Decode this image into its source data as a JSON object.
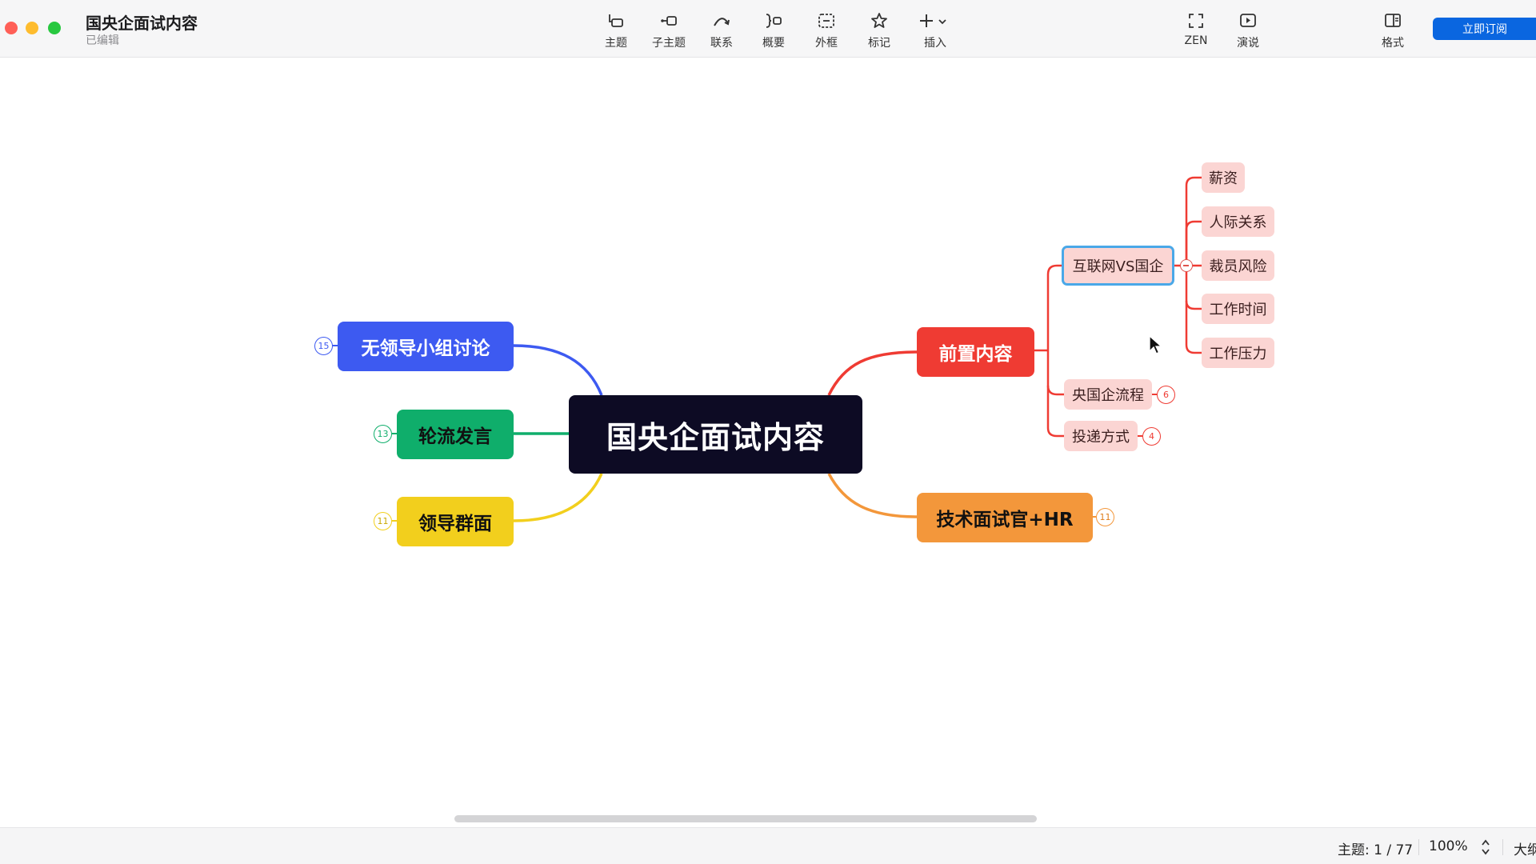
{
  "window": {
    "title": "国央企面试内容",
    "status": "已编辑"
  },
  "toolbar": {
    "topic": "主题",
    "subtopic": "子主题",
    "relationship": "联系",
    "summary": "概要",
    "boundary": "外框",
    "marker": "标记",
    "insert": "插入",
    "zen": "ZEN",
    "pitch": "演说",
    "format": "格式",
    "subscribe": "立即订阅"
  },
  "map": {
    "root": "国央企面试内容",
    "left": [
      {
        "label": "无领导小组讨论",
        "count": "15",
        "color": "#3d5af1"
      },
      {
        "label": "轮流发言",
        "count": "13",
        "color": "#0fae6b"
      },
      {
        "label": "领导群面",
        "count": "11",
        "color": "#f2cf1d"
      }
    ],
    "right": [
      {
        "label": "前置内容",
        "color": "#ef3b33"
      },
      {
        "label": "技术面试官+HR",
        "count": "11",
        "color": "#f3973b"
      }
    ],
    "qianzhi_children": [
      {
        "label": "互联网VS国企"
      },
      {
        "label": "央国企流程",
        "count": "6"
      },
      {
        "label": "投递方式",
        "count": "4"
      }
    ],
    "compare_children": [
      "薪资",
      "人际关系",
      "裁员风险",
      "工作时间",
      "工作压力"
    ]
  },
  "statusbar": {
    "topic_count": "主题: 1 / 77",
    "zoom": "100%",
    "outline": "大纲"
  }
}
